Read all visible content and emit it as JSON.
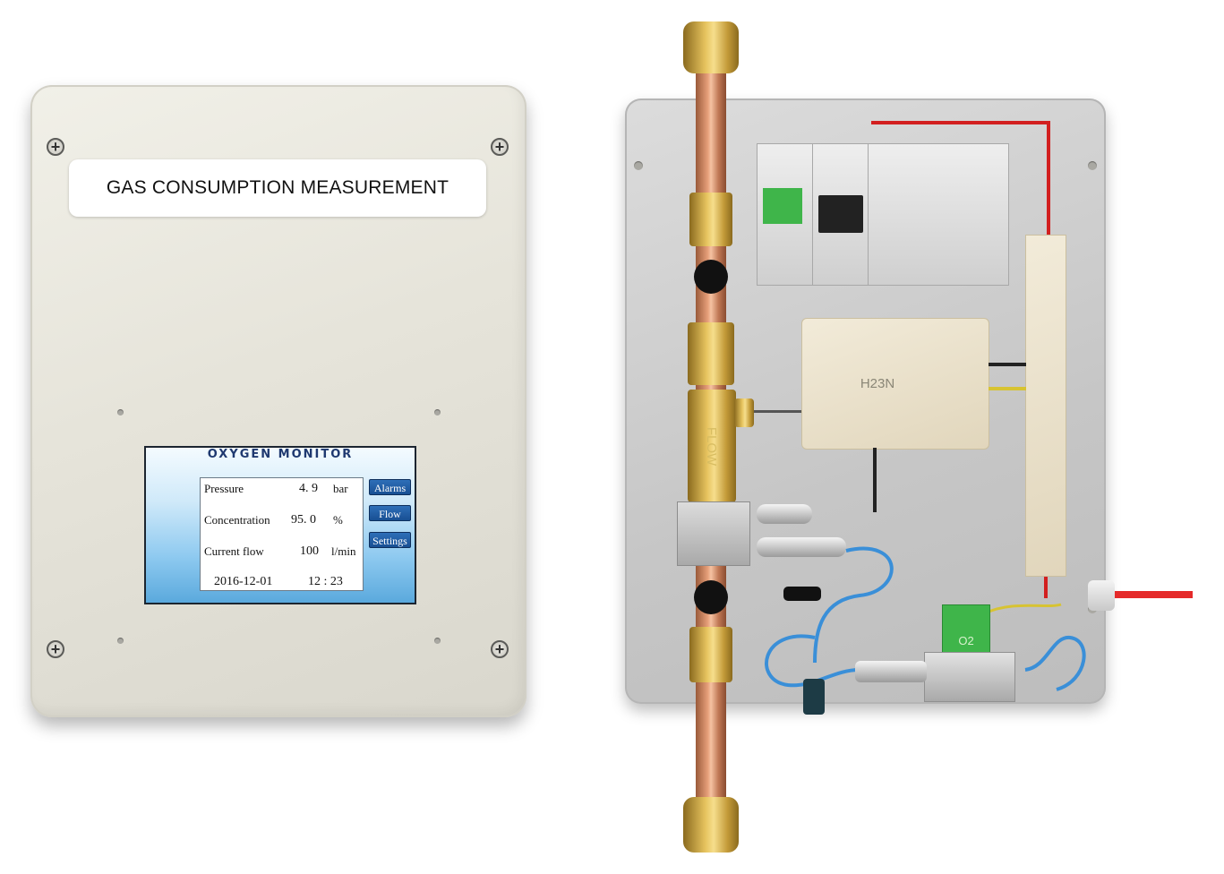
{
  "cabinet_label": "GAS CONSUMPTION MEASUREMENT",
  "screen": {
    "title": "OXYGEN MONITOR",
    "readings": [
      {
        "label": "Pressure",
        "value": "4. 9",
        "unit": "bar"
      },
      {
        "label": "Concentration",
        "value": "95. 0",
        "unit": "%"
      },
      {
        "label": "Current flow",
        "value": "100",
        "unit": "l/min"
      }
    ],
    "date": "2016-12-01",
    "time": "12 : 23",
    "buttons": {
      "alarms": "Alarms",
      "flow": "Flow",
      "settings": "Settings"
    }
  },
  "components": {
    "controller_label": "H23N",
    "flow_label": "FLOW",
    "sensor_label": "O2"
  },
  "colors": {
    "cabinet": "#e6e4da",
    "button": "#1f5aa3",
    "sensor_green": "#3fb54a",
    "wire_red": "#d21f1f",
    "tube_blue": "#3a8fd8"
  }
}
